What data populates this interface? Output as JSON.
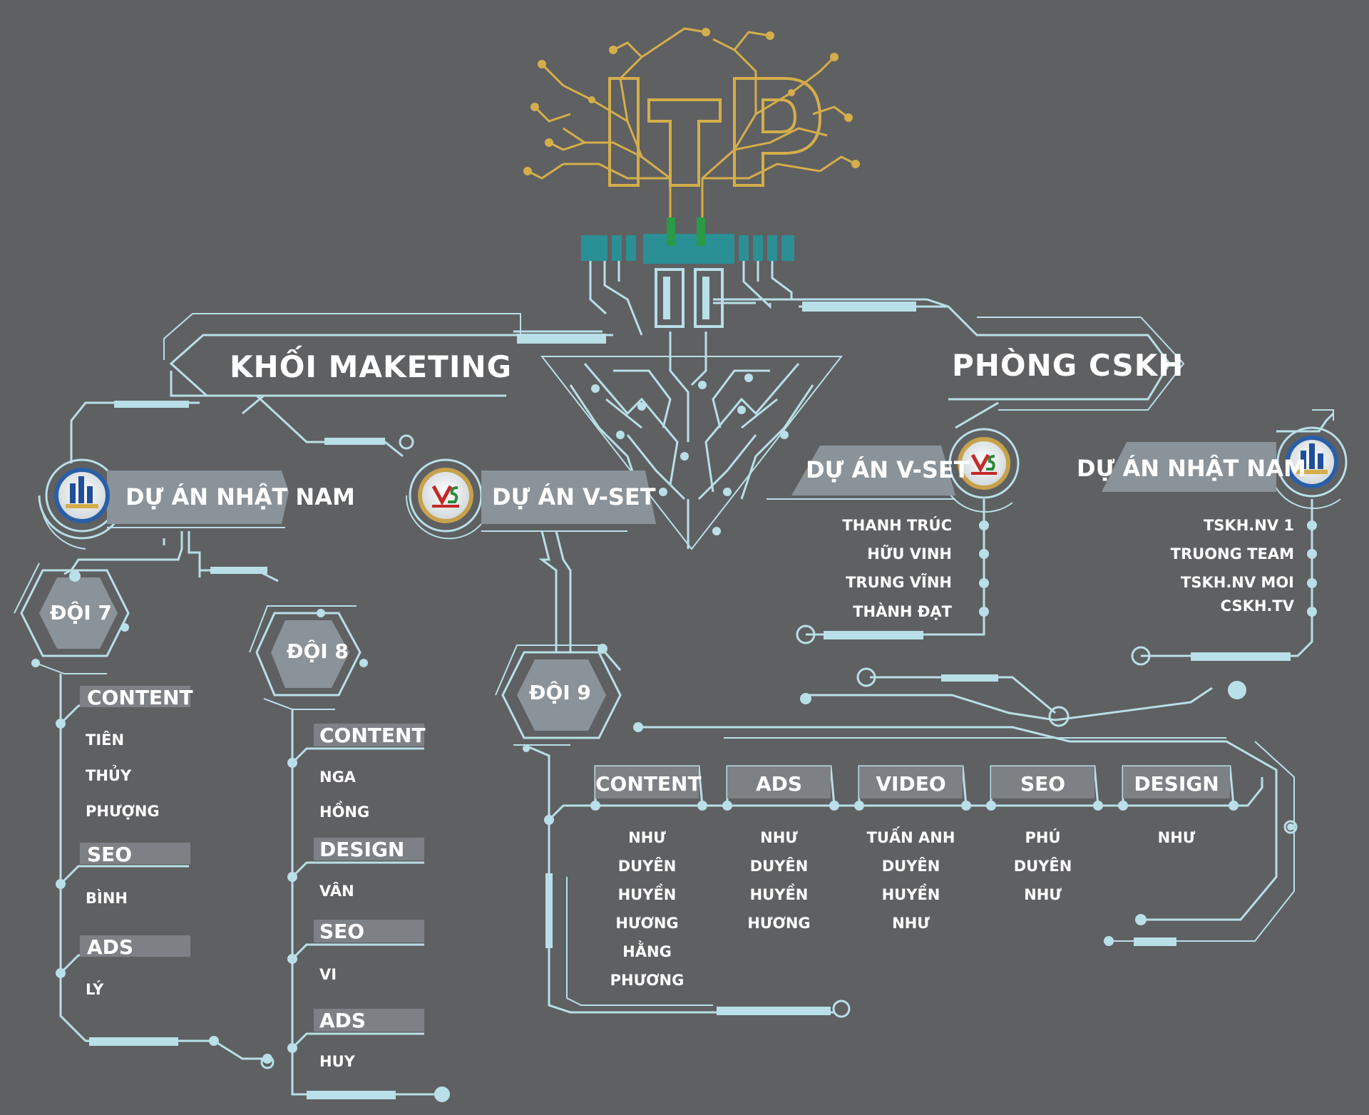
{
  "colors": {
    "background": "#5f6062",
    "wire": "#b9dfe8",
    "panel": "#8a9399",
    "circuit_gold": "#d4ae4a",
    "chip_teal": "#2b8f96",
    "text": "#ffffff"
  },
  "logo": {
    "text": "ITP"
  },
  "marketing": {
    "title": "KHỐI MAKETING",
    "project_nhat_nam": {
      "title": "DỰ ÁN NHẬT NAM",
      "team7": {
        "name": "ĐỘI 7",
        "content_label": "CONTENT",
        "content": [
          "TIÊN",
          "THỦY",
          "PHƯỢNG"
        ],
        "seo_label": "SEO",
        "seo": [
          "BÌNH"
        ],
        "ads_label": "ADS",
        "ads": [
          "LÝ"
        ]
      },
      "team8": {
        "name": "ĐỘI 8",
        "content_label": "CONTENT",
        "content": [
          "NGA",
          "HỒNG"
        ],
        "design_label": "DESIGN",
        "design": [
          "VÂN"
        ],
        "seo_label": "SEO",
        "seo": [
          "VI"
        ],
        "ads_label": "ADS",
        "ads": [
          "HUY"
        ]
      }
    },
    "project_vset": {
      "title": "DỰ ÁN V-SET",
      "team9": {
        "name": "ĐỘI 9",
        "groups": [
          {
            "label": "CONTENT",
            "members": [
              "NHƯ",
              "DUYÊN",
              "HUYỀN",
              "HƯƠNG",
              "HẰNG",
              "PHƯƠNG"
            ]
          },
          {
            "label": "ADS",
            "members": [
              "NHƯ",
              "DUYÊN",
              "HUYỀN",
              "HƯƠNG"
            ]
          },
          {
            "label": "VIDEO",
            "members": [
              "TUẤN ANH",
              "DUYÊN",
              "HUYỀN",
              "NHƯ"
            ]
          },
          {
            "label": "SEO",
            "members": [
              "PHÚ",
              "DUYÊN",
              "NHƯ"
            ]
          },
          {
            "label": "DESIGN",
            "members": [
              "NHƯ"
            ]
          }
        ]
      }
    }
  },
  "cskh": {
    "title": "PHÒNG CSKH",
    "project_vset": {
      "title": "DỰ ÁN V-SET",
      "members": [
        "THANH TRÚC",
        "HỮU VINH",
        "TRUNG VĨNH",
        "THÀNH ĐẠT"
      ]
    },
    "project_nhat_nam": {
      "title": "DỰ ÁN NHẬT NAM",
      "members": [
        "TSKH.NV 1",
        "TRUONG TEAM",
        "TSKH.NV MOI",
        "CSKH.TV"
      ]
    }
  },
  "icons": {
    "nhat_nam": "building-logo-icon",
    "vset": "vset-logo-icon"
  }
}
